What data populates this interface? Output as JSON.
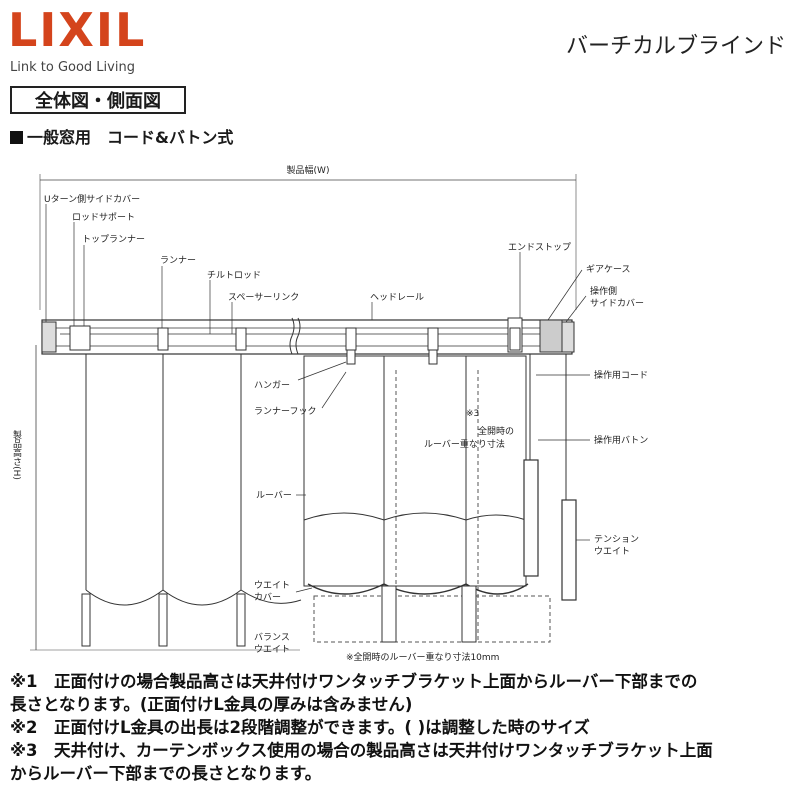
{
  "header": {
    "brand": "LIXIL",
    "tagline": "Link to Good Living",
    "product_name": "バーチカルブラインド"
  },
  "section": {
    "title": "全体図・側面図",
    "subtitle": "一般窓用　コード&バトン式"
  },
  "diagram": {
    "width_label": "製品幅(W)",
    "height_label": "製品高さ(H)",
    "labels": {
      "u_turn_cover": "Uターン側サイドカバー",
      "rod_support": "ロッドサポート",
      "top_runner": "トップランナー",
      "runner": "ランナー",
      "tilt_rod": "チルトロッド",
      "spacer_link": "スペーサーリンク",
      "head_rail": "ヘッドレール",
      "end_stop": "エンドストップ",
      "gear_case": "ギアケース",
      "op_side_cover_1": "操作側",
      "op_side_cover_2": "サイドカバー",
      "op_cord": "操作用コード",
      "hanger": "ハンガー",
      "runner_hook": "ランナーフック",
      "note_mark": "※3",
      "overlap_1": "全開時の",
      "overlap_2": "ルーバー重なり寸法",
      "op_baton": "操作用バトン",
      "louver": "ルーバー",
      "tension_1": "テンション",
      "tension_2": "ウエイト",
      "weight_cover_1": "ウエイト",
      "weight_cover_2": "カバー",
      "balance_1": "バランス",
      "balance_2": "ウエイト",
      "overlap_bottom": "※全開時のルーバー重なり寸法10mm"
    },
    "colors": {
      "line": "#333333",
      "light": "#888888"
    }
  },
  "notes": [
    "※1　正面付けの場合製品高さは天井付けワンタッチブラケット上面からルーバー下部までの",
    "長さとなります。(正面付けL金具の厚みは含みません)",
    "※2　正面付けL金具の出長は2段階調整ができます。( )は調整した時のサイズ",
    "※3　天井付け、カーテンボックス使用の場合の製品高さは天井付けワンタッチブラケット上面",
    "からルーバー下部までの長さとなります。"
  ]
}
